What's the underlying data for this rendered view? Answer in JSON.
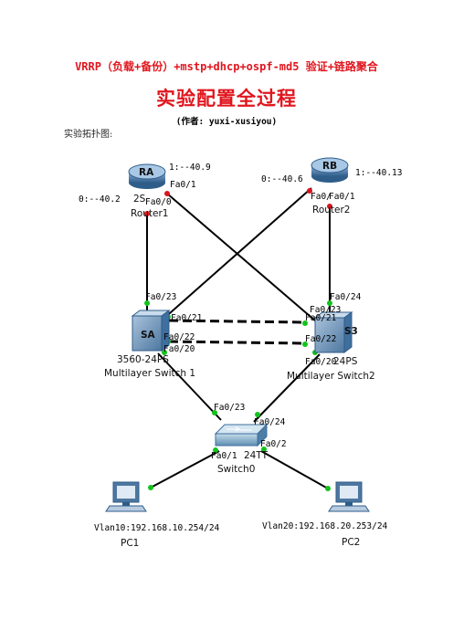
{
  "header": {
    "subtitle": "VRRP（负载+备份）+mstp+dhcp+ospf-md5 验证+链路聚合",
    "title": "实验配置全过程",
    "author": "(作者: yuxi-xusiyou)",
    "topology_label": "实验拓扑图:"
  },
  "diagram": {
    "router1": {
      "icon_text": "RA",
      "name": "Router1",
      "model": "2S",
      "ip_right": "1:--40.9",
      "ip_left": "0:--40.2",
      "port_fa01": "Fa0/1",
      "port_fa00": "Fa0/0"
    },
    "router2": {
      "icon_text": "RB",
      "name": "Router2",
      "ip_right": "1:--40.13",
      "ip_left": "0:--40.6",
      "port_fa0": "Fa0/",
      "port_fa01": "Fa0/1"
    },
    "switch1": {
      "icon_text": "SA",
      "model": "3560-24PS",
      "name": "Multilayer Switch 1",
      "port_fa023": "Fa0/23",
      "port_fa021": "Fa0/21",
      "port_fa022": "Fa0/22",
      "port_fa020": "Fa0/20"
    },
    "switch2": {
      "icon_text": "S3",
      "model": "24PS",
      "name": "Multilayer Switch2",
      "port_fa024": "Fa0/24",
      "port_fa023": "Fa0/23",
      "port_fa021": "Fa0/21",
      "port_fa022": "Fa0/22",
      "port_fa020": "Fa0/20"
    },
    "switch0": {
      "model": "24TT",
      "name": "Switch0",
      "port_fa023": "Fa0/23",
      "port_fa024": "Fa0/24",
      "port_fa01": "Fa0/1",
      "port_fa02": "Fa0/2"
    },
    "pc1": {
      "name": "PC1",
      "vlan": "Vlan10:192.168.10.254/24"
    },
    "pc2": {
      "name": "PC2",
      "vlan": "Vlan20:192.168.20.253/24"
    },
    "colors": {
      "link": "#000000",
      "up": "#12c31b",
      "down": "#d8141c",
      "device": "#3f6f9e"
    }
  }
}
